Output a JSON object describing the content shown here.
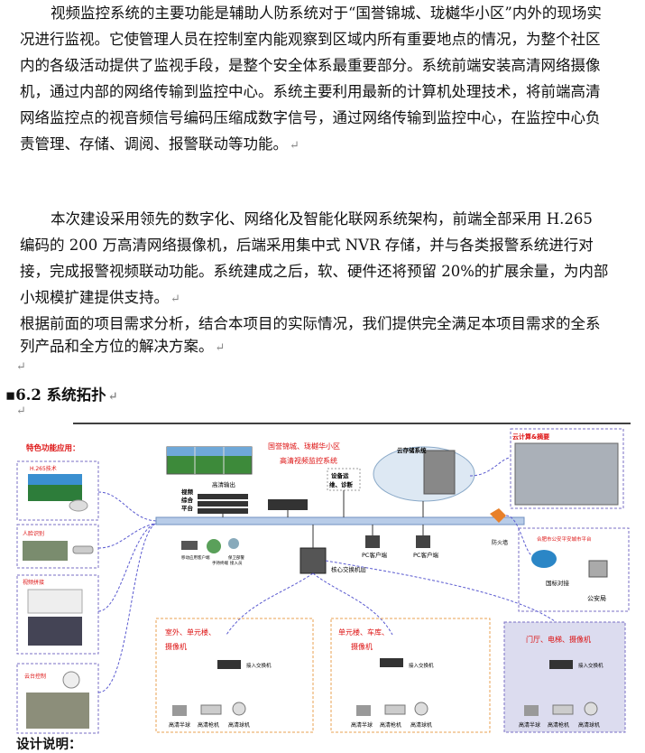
{
  "paragraphs": [
    "视频监控系统的主要功能是辅助人防系统对于“国誉锦城、珑樾华小区”内外的现场实况进行监视。它使管理人员在控制室内能观察到区域内所有重要地点的情况，为整个社区内的各级活动提供了监视手段，是整个安全体系最重要部分。系统前端安装高清网络摄像机，通过内部的网络传输到监控中心。系统主要利用最新的计算机处理技术，将前端高清网络监控点的视音频信号编码压缩成数字信号，通过网络传输到监控中心，在监控中心负责管理、存储、调阅、报警联动等功能。",
    "本次建设采用领先的数字化、网络化及智能化联网系统架构，前端全部采用 H.265 编码的 200 万高清网络摄像机，后端采用集中式 NVR 存储，并与各类报警系统进行对接，完成报警视频联动功能。系统建成之后，软、硬件还将预留 20%的扩展余量，为内部小规模扩建提供支持。",
    "根据前面的项目需求分析，结合本项目的实际情况，我们提供完全满足本项目需求的全系列产品和全方位的解决方案。"
  ],
  "section_heading": "6.2 系统拓扑",
  "para_mark": "↵",
  "diagram": {
    "features_title": "特色功能应用：",
    "features": [
      "H.265技术",
      "人脸识别",
      "视频拼接",
      "云台控制"
    ],
    "video_platform": "视频\n综合\n平台",
    "hd_output": "高清输出",
    "system_title_1": "国誉锦城、珑樾华小区",
    "system_title_2": "高清视频监控系统",
    "ops": "设备运\n维、诊断",
    "cloud_storage": "云存储系统",
    "cloud_compute": "云计算&摘要",
    "firewall": "防火墙",
    "mobile_client": "移动应用客户端",
    "mobile_client_2": "手持终端",
    "security_access": "保卫部警\n接入员",
    "pc_client": "PC客户端",
    "core_switch": "核心交换机层",
    "police_platform": "合肥市公安平安城市平台",
    "national_dock": "国标对接",
    "police_bureau": "公安局",
    "zones": [
      {
        "title": "室外、单元楼、\n摄像机",
        "switch": "接入交换机",
        "cams": [
          "高清半球",
          "高清枪机",
          "高清球机"
        ]
      },
      {
        "title": "单元楼、车库、\n摄像机",
        "switch": "接入交换机",
        "cams": [
          "高清半球",
          "高清枪机",
          "高清球机"
        ]
      },
      {
        "title": "门厅、电梯、摄像机",
        "switch": "接入交换机",
        "cams": [
          "高清半球",
          "高清枪机",
          "高清球机"
        ]
      }
    ]
  },
  "design_note": "设计说明："
}
